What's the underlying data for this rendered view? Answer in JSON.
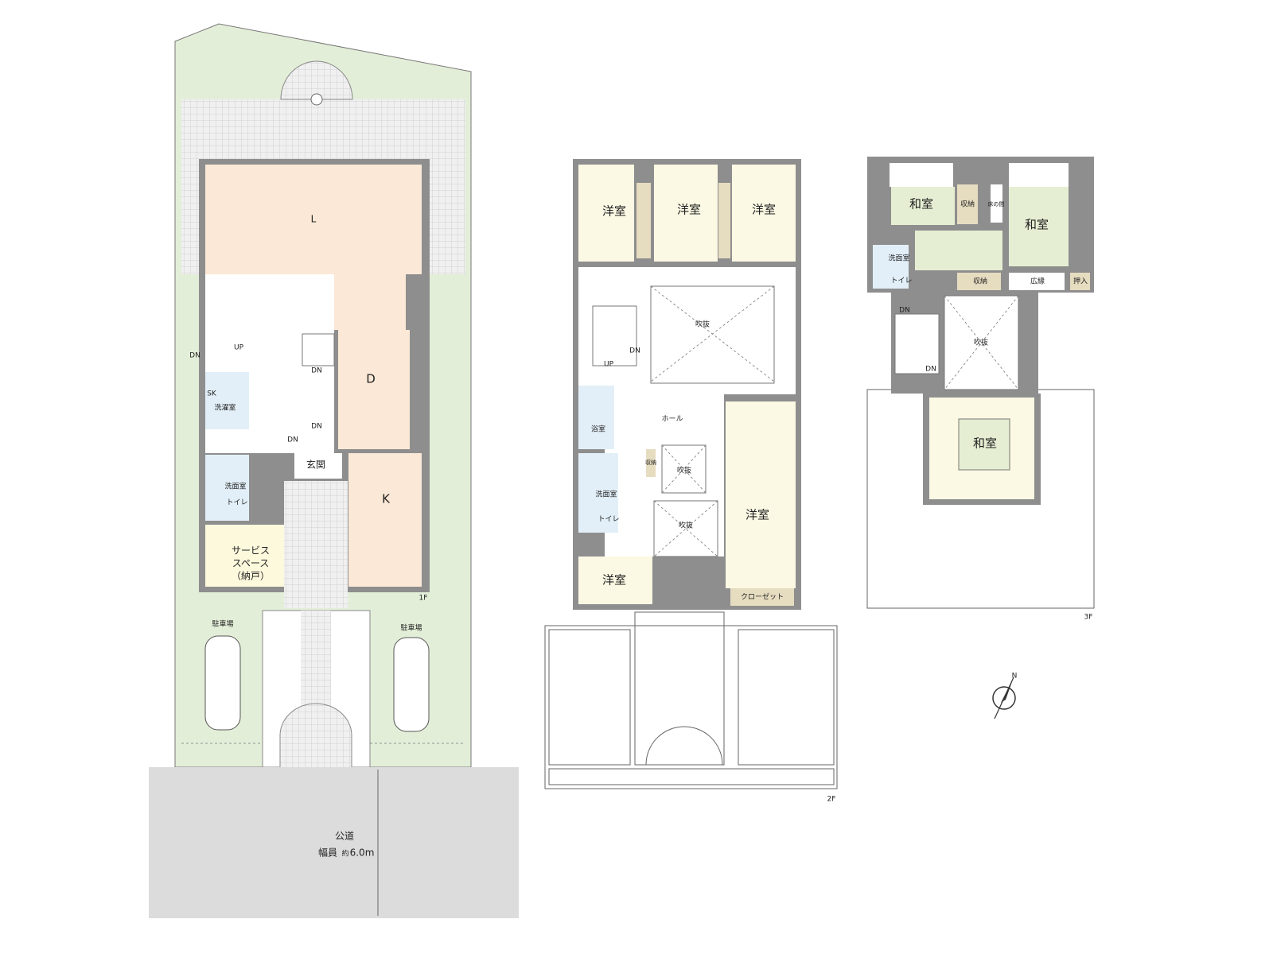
{
  "colors": {
    "garden": "#e3eed8",
    "living": "#fbe8d6",
    "bedroom": "#fbf8e3",
    "wet": "#e2eff8",
    "storage": "#e6dcc0",
    "tatami": "#e5eed2",
    "service": "#fdf9dc",
    "wall": "#8e8e8e",
    "road": "#dcdcdc"
  },
  "floor1": {
    "label": "1F",
    "rooms": {
      "living": "L",
      "dining": "D",
      "kitchen": "K",
      "laundry": "洗濯室",
      "sk": "SK",
      "washroom": "洗面室",
      "toilet": "トイレ",
      "service1": "サービス",
      "service2": "スペース",
      "service3": "（納戸）",
      "entrance": "玄関",
      "parking_left": "駐車場",
      "parking_right": "駐車場"
    },
    "stairs": {
      "up": "UP",
      "dn1": "DN",
      "dn2": "DN",
      "dn3": "DN",
      "dn4": "DN"
    }
  },
  "road": {
    "name": "公道",
    "width_label": "幅員",
    "approx": "約",
    "width_value": "6.0m"
  },
  "floor2": {
    "label": "2F",
    "rooms": {
      "west1": "洋室",
      "west2": "洋室",
      "west3": "洋室",
      "void1": "吹抜",
      "void2": "吹抜",
      "void3": "吹抜",
      "hall": "ホール",
      "bath": "浴室",
      "washroom": "洗面室",
      "toilet": "トイレ",
      "storage": "収納",
      "west4": "洋室",
      "west5": "洋室",
      "closet": "クローゼット"
    },
    "stairs": {
      "up": "UP",
      "dn": "DN"
    }
  },
  "floor3": {
    "label": "3F",
    "rooms": {
      "washitsu1": "和室",
      "storage1": "収納",
      "tokonoma": "床の間",
      "washitsu2": "和室",
      "washroom": "洗面室",
      "toilet": "トイレ",
      "storage2": "収納",
      "hiroen": "広縁",
      "oshiire": "押入",
      "void": "吹抜",
      "washitsu3": "和室"
    },
    "stairs": {
      "dn1": "DN",
      "dn2": "DN"
    }
  },
  "compass": {
    "north": "N",
    "icon": "north-arrow-icon"
  }
}
